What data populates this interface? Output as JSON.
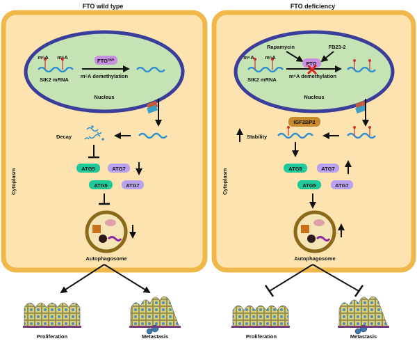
{
  "panels": [
    {
      "title": "FTO wild type",
      "m6a_label_1": "m⁶A",
      "m6a_label_2": "m⁶A",
      "mrna_label": "SIK2 mRNA",
      "fto_text": "FTO",
      "fto_sup": "high",
      "demethylation_label": "m⁶A demethylation",
      "nucleus_label": "Nucleus",
      "cytoplasm_label": "Cytoplasm",
      "decay_label": "Decay",
      "atg5_a": "ATG5",
      "atg7_a": "ATG7",
      "atg5_b": "ATG5",
      "atg7_b": "ATG7",
      "autophagosome_label": "Autophagosome",
      "proliferation_label": "Proliferation",
      "metastasis_label": "Metastasis"
    },
    {
      "title": "FTO deficiency",
      "rapamycin_label": "Rapamycin",
      "inhibitor_label": "FB23-2",
      "m6a_label_1": "m⁶A",
      "m6a_label_2": "m⁶A",
      "mrna_label": "SIK2 mRNA",
      "fto_text": "FTO",
      "demethylation_label": "m⁶A demethylation",
      "nucleus_label": "Nucleus",
      "cytoplasm_label": "Cytoplasm",
      "reader_label": "IGF2BP2",
      "stability_label": "Stability",
      "atg5_a": "ATG5",
      "atg7_a": "ATG7",
      "atg5_b": "ATG5",
      "atg7_b": "ATG7",
      "autophagosome_label": "Autophagosome",
      "proliferation_label": "Proliferation",
      "metastasis_label": "Metastasis"
    }
  ],
  "colors": {
    "cell_fill": "#fce3b0",
    "cell_border": "#f0b84a",
    "nucleus_fill": "#c5e3b5",
    "nucleus_border": "#3a3e9a",
    "rna": "#2e8fd0",
    "m6a_mark": "#d03030",
    "fto_fill": "#c890e0",
    "atg5_fill": "#1fc99a",
    "atg7_fill": "#b8a2ef",
    "igf2bp2_fill": "#c88a2a",
    "block_x": "#e0201a"
  }
}
